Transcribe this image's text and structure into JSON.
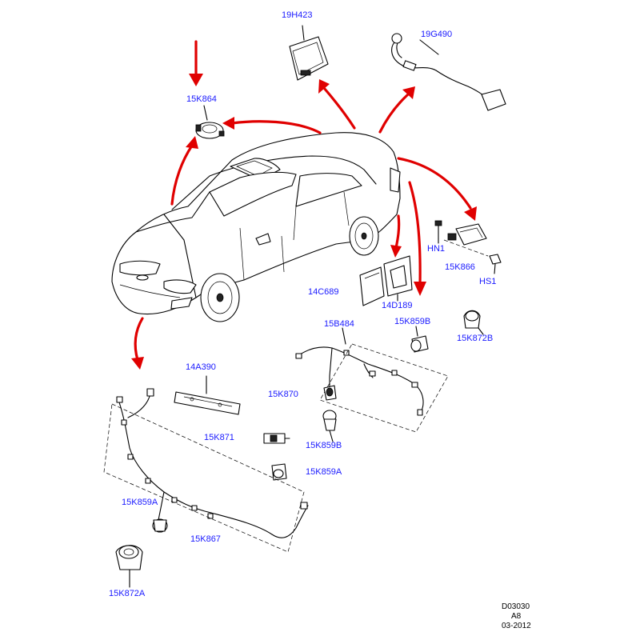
{
  "colors": {
    "part_label": "#1a1aff",
    "arrow": "#e00000",
    "line": "#000000",
    "background": "#ffffff"
  },
  "parts": {
    "p19H423": "19H423",
    "p19G490": "19G490",
    "p15K864": "15K864",
    "pHN1": "HN1",
    "p15K866": "15K866",
    "pHS1": "HS1",
    "p14C689": "14C689",
    "p14D189": "14D189",
    "p15K859B_top": "15K859B",
    "p15K872B": "15K872B",
    "p15B484": "15B484",
    "p14A390": "14A390",
    "p15K870": "15K870",
    "p15K871": "15K871",
    "p15K859B_mid": "15K859B",
    "p15K859A_right": "15K859A",
    "p15K859A_left": "15K859A",
    "p15K867": "15K867",
    "p15K872A": "15K872A"
  },
  "footer": {
    "code": "D03030",
    "rev": "A8",
    "date": "03-2012"
  }
}
